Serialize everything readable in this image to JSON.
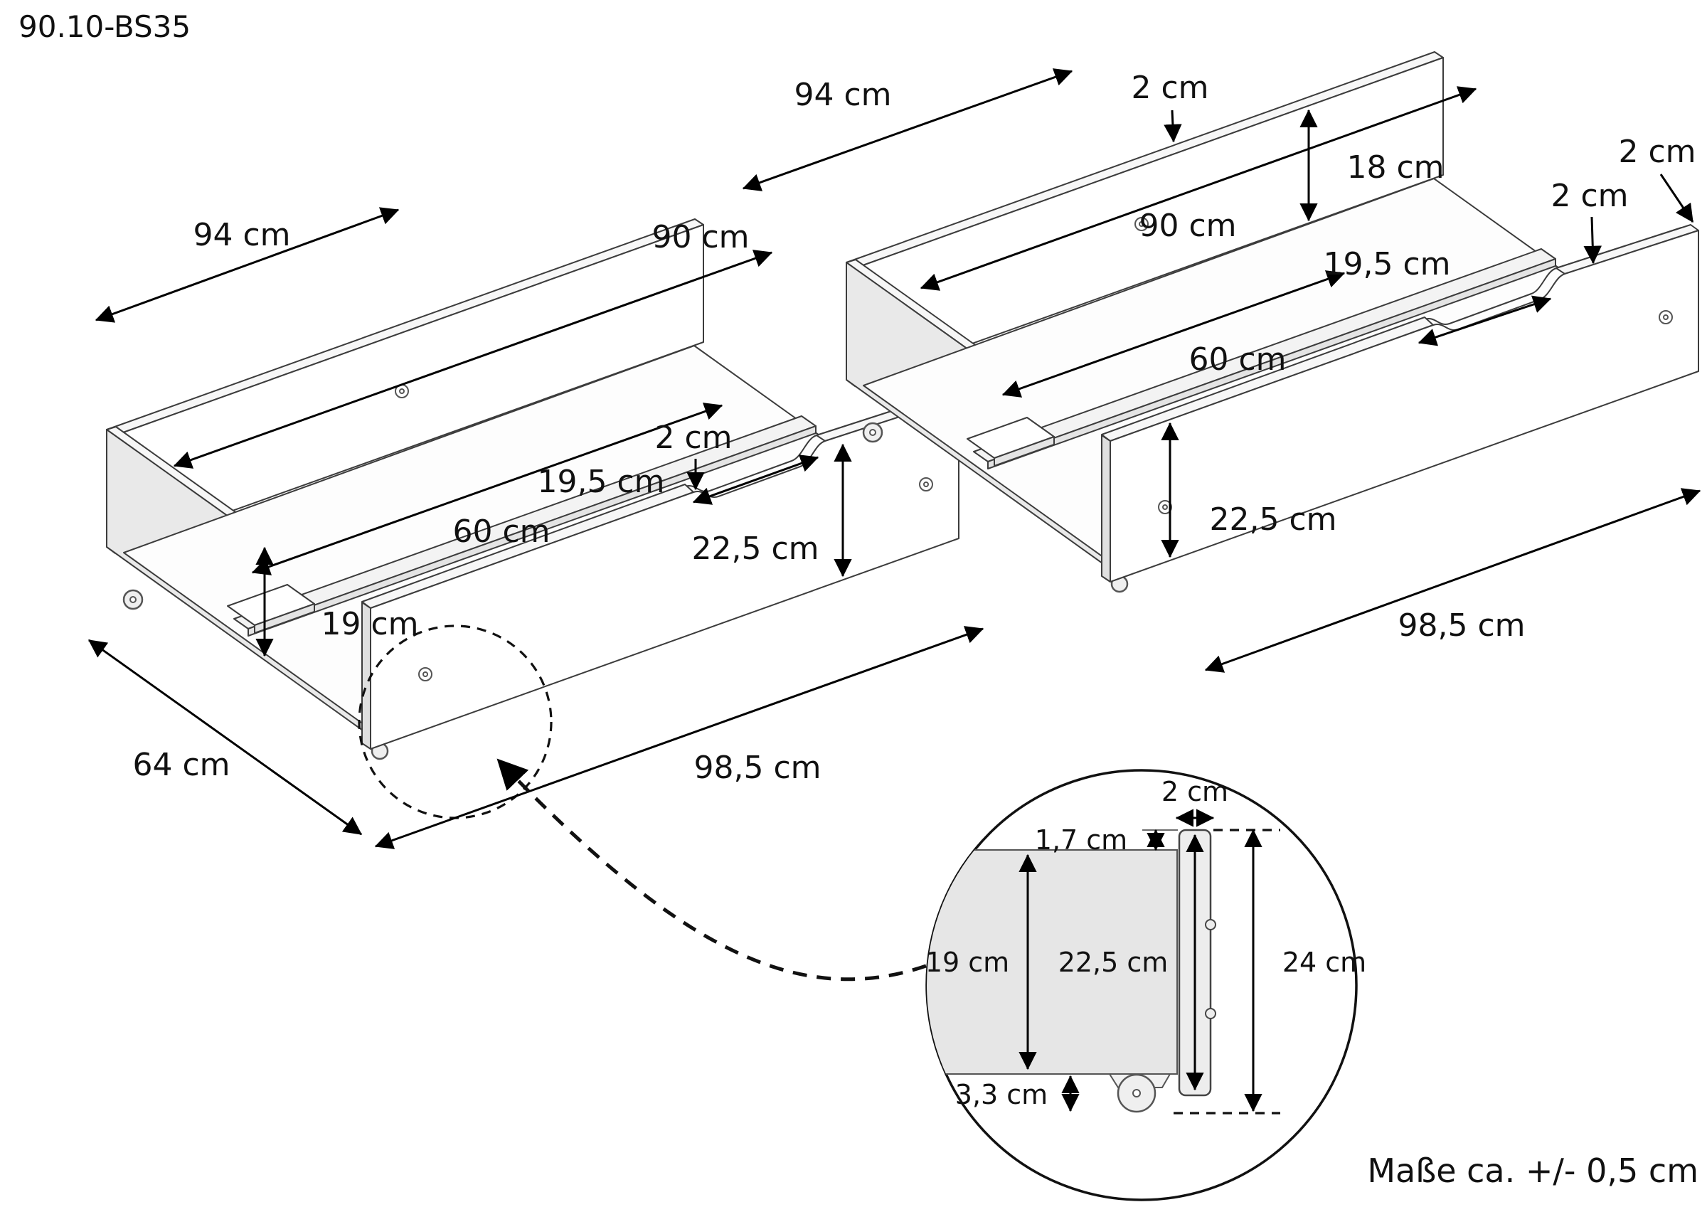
{
  "title": "90.10-BS35",
  "note": "Maße ca. +/- 0,5 cm",
  "left_drawer": {
    "labels": {
      "outer_width": "94 cm",
      "inner_width": "90 cm",
      "rail_length": "60 cm",
      "side_height": "19 cm",
      "handle_width": "19,5 cm",
      "panel_thickness": "2 cm",
      "front_height": "22,5 cm",
      "depth": "64 cm",
      "front_length": "98,5 cm"
    }
  },
  "right_drawer": {
    "labels": {
      "outer_width": "94 cm",
      "inner_width": "90 cm",
      "rail_length": "60 cm",
      "back_height": "18 cm",
      "handle_width": "19,5 cm",
      "back_edge_thickness": "2 cm",
      "panel_thickness": "2 cm",
      "corner_thickness": "2 cm",
      "front_height": "22,5 cm",
      "front_length": "98,5 cm"
    }
  },
  "detail_view": {
    "labels": {
      "panel_thickness": "2 cm",
      "top_overhang": "1,7 cm",
      "side_height": "19 cm",
      "front_height": "22,5 cm",
      "total_height": "24 cm",
      "ground_clearance": "3,3 cm"
    }
  }
}
